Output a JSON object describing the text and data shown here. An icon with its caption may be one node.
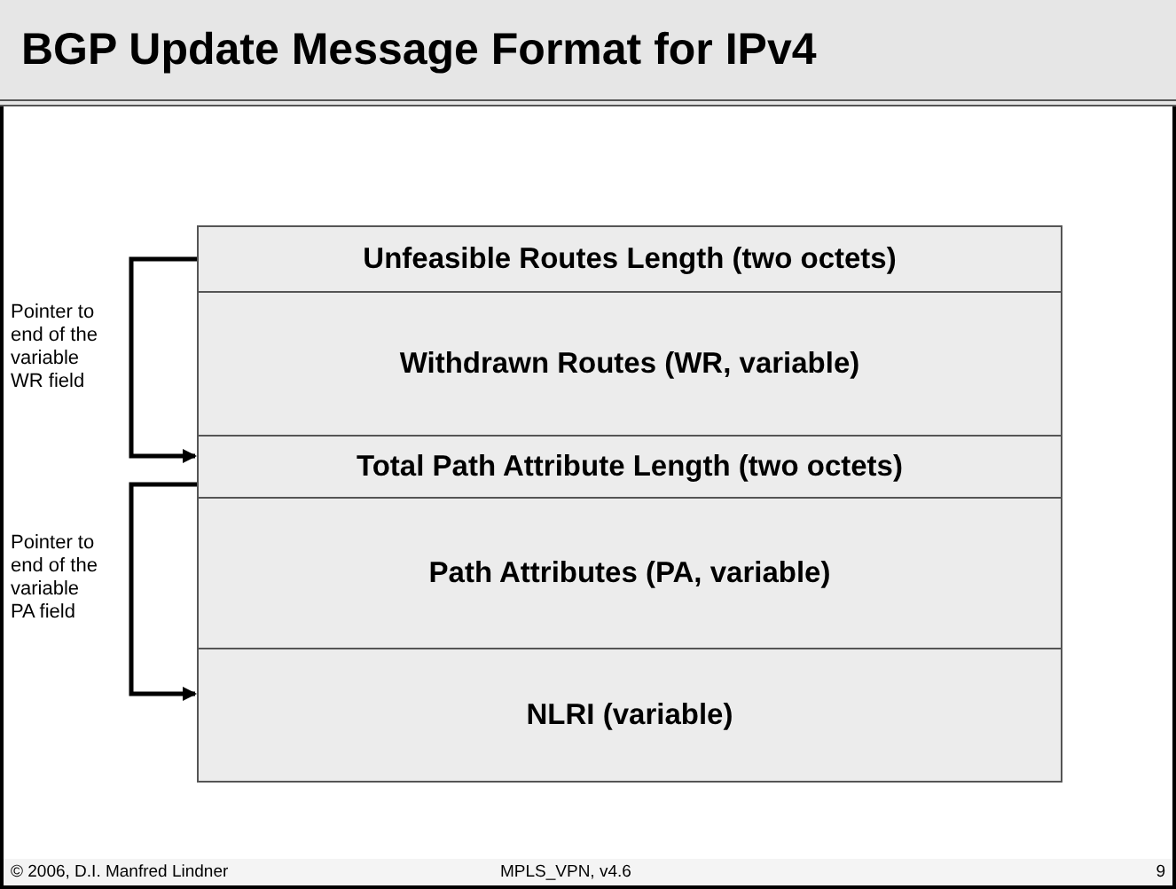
{
  "diagram": {
    "title": "BGP Update Message Format for IPv4",
    "nodes": [
      {
        "text": [
          "Unfeasible Routes Length (two octets)"
        ]
      },
      {
        "text": [
          "Withdrawn Routes (WR, variable)"
        ]
      },
      {
        "text": [
          "Total Path Attribute Length (two octets)"
        ]
      },
      {
        "text": [
          "Path Attributes (PA, variable)"
        ]
      },
      {
        "text": [
          "NLRI (variable)"
        ]
      }
    ],
    "edges": [
      {
        "from": 0,
        "to": 2,
        "arrow": "to",
        "label": "Pointer to end of the variable WR field"
      },
      {
        "from": 2,
        "to": 4,
        "arrow": "to",
        "label": "Pointer to end of the variable PA field"
      }
    ],
    "labels": [
      "© 2006, D.I. Manfred Lindner",
      "MPLS_VPN, v4.6",
      "9"
    ]
  }
}
